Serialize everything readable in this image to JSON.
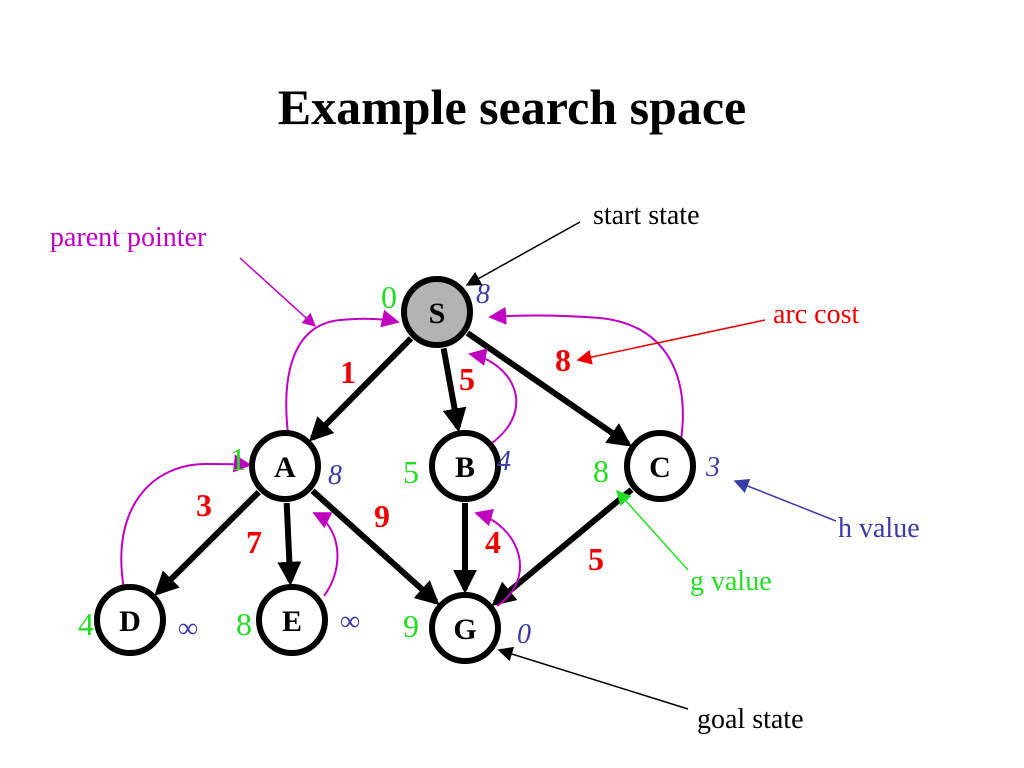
{
  "title": "Example search space",
  "colors": {
    "g_value": "#22dd22",
    "h_value": "#3a3aa8",
    "arc_cost": "#ee0000",
    "parent_pointer": "#c000c0",
    "start_fill": "#b3b3b3",
    "node_fill": "#ffffff",
    "edge": "#000000"
  },
  "nodes": [
    {
      "id": "S",
      "label": "S",
      "g": "0",
      "h": "8",
      "start": true
    },
    {
      "id": "A",
      "label": "A",
      "g": "1",
      "h": "8"
    },
    {
      "id": "B",
      "label": "B",
      "g": "5",
      "h": "4"
    },
    {
      "id": "C",
      "label": "C",
      "g": "8",
      "h": "3"
    },
    {
      "id": "D",
      "label": "D",
      "g": "4",
      "h": "∞"
    },
    {
      "id": "E",
      "label": "E",
      "g": "8",
      "h": "∞"
    },
    {
      "id": "G",
      "label": "G",
      "g": "9",
      "h": "0",
      "goal": true
    }
  ],
  "edges": [
    {
      "from": "S",
      "to": "A",
      "cost": "1"
    },
    {
      "from": "S",
      "to": "B",
      "cost": "5"
    },
    {
      "from": "S",
      "to": "C",
      "cost": "8"
    },
    {
      "from": "A",
      "to": "D",
      "cost": "3"
    },
    {
      "from": "A",
      "to": "E",
      "cost": "7"
    },
    {
      "from": "A",
      "to": "G",
      "cost": "9"
    },
    {
      "from": "B",
      "to": "G",
      "cost": "4"
    },
    {
      "from": "C",
      "to": "G",
      "cost": "5"
    }
  ],
  "parent_pointers": [
    {
      "child": "A",
      "parent": "S"
    },
    {
      "child": "B",
      "parent": "S"
    },
    {
      "child": "C",
      "parent": "S"
    },
    {
      "child": "D",
      "parent": "A"
    },
    {
      "child": "E",
      "parent": "A"
    },
    {
      "child": "G",
      "parent": "B"
    }
  ],
  "annotations": {
    "start_state": "start state",
    "parent_pointer": "parent pointer",
    "arc_cost": "arc cost",
    "h_value": "h value",
    "g_value": "g value",
    "goal_state": "goal state"
  }
}
